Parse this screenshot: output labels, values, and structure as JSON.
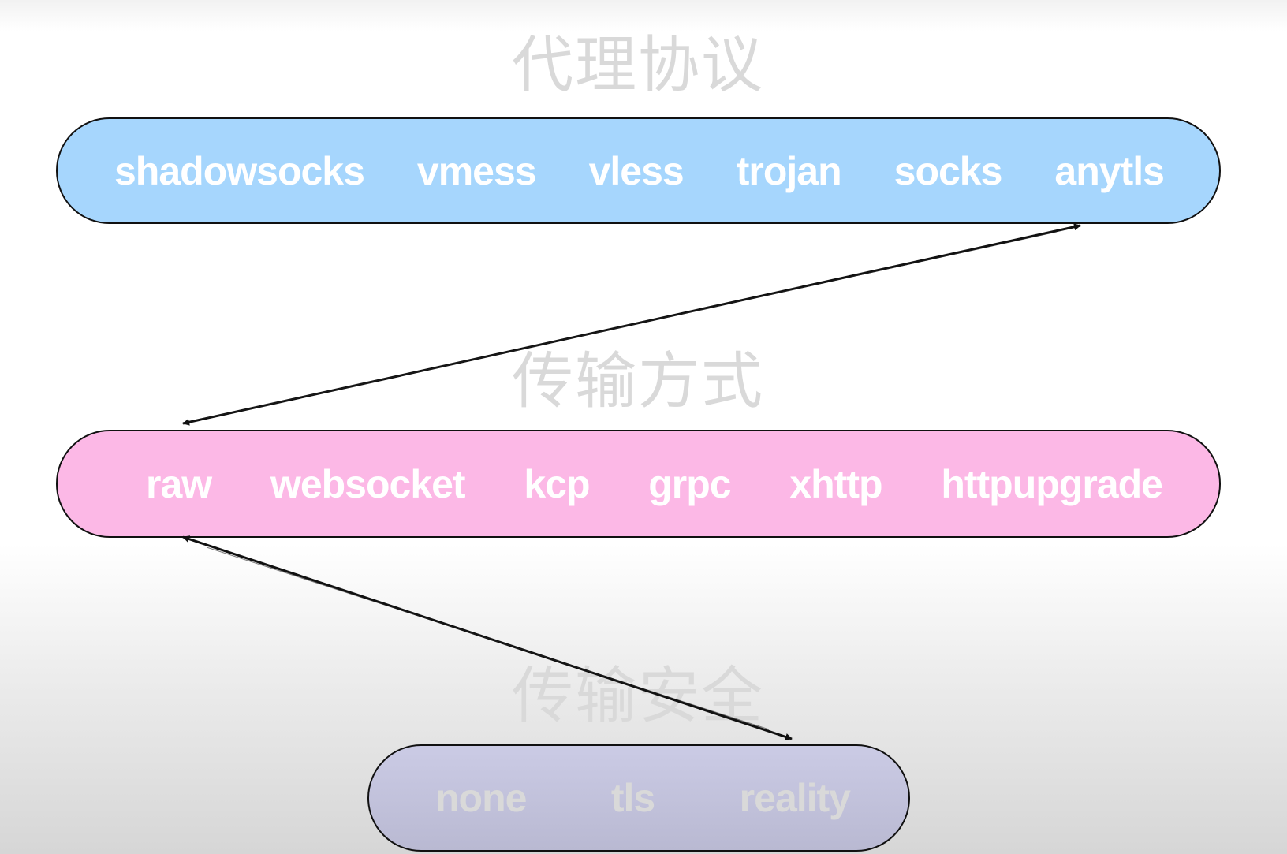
{
  "sections": [
    {
      "title": "代理协议",
      "items": [
        "shadowsocks",
        "vmess",
        "vless",
        "trojan",
        "socks",
        "anytls"
      ],
      "color": "#a6d6fd"
    },
    {
      "title": "传输方式",
      "items": [
        "raw",
        "websocket",
        "kcp",
        "grpc",
        "xhttp",
        "httpupgrade"
      ],
      "color": "#fcb8e6"
    },
    {
      "title": "传输安全",
      "items": [
        "none",
        "tls",
        "reality"
      ],
      "color": "#c2c2dc"
    }
  ]
}
